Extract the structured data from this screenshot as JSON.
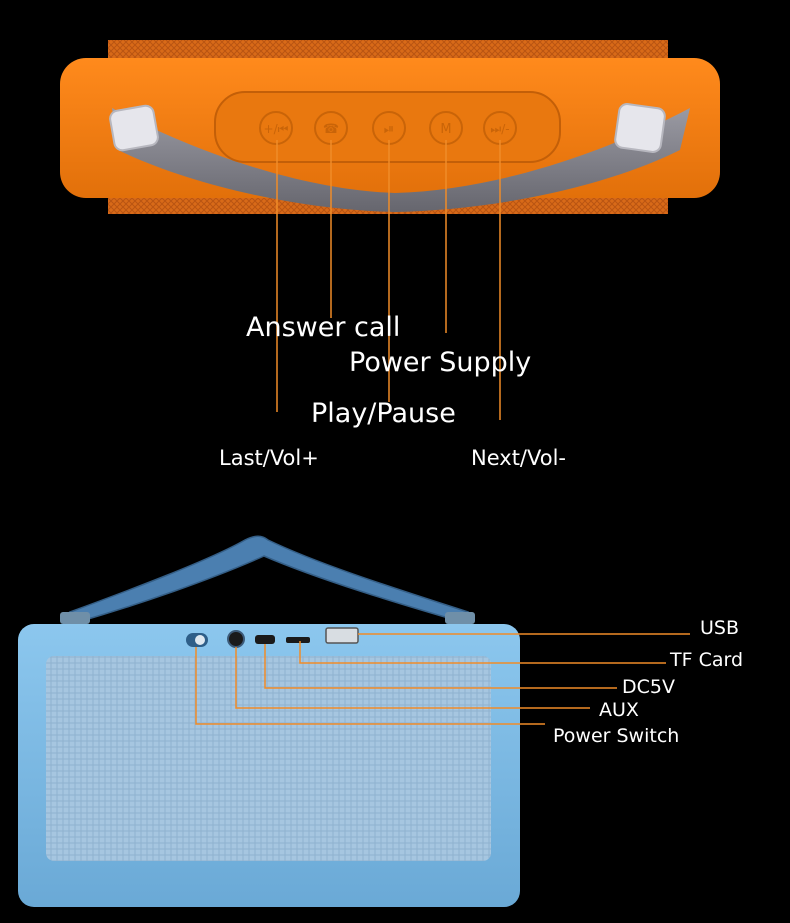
{
  "top_panel": {
    "button_icons": [
      "vol-up-prev-icon",
      "phone-icon",
      "play-pause-icon",
      "mode-icon",
      "vol-down-next-icon"
    ],
    "button_glyphs": [
      "+/⏮",
      "☎",
      "⏯",
      "M",
      "⏭/-"
    ],
    "labels": {
      "answer_call": "Answer call",
      "power_supply": "Power Supply",
      "play_pause": "Play/Pause",
      "last_vol": "Last/Vol+",
      "next_vol": "Next/Vol-"
    }
  },
  "bottom_panel": {
    "labels": {
      "usb": "USB",
      "tf_card": "TF Card",
      "dc5v": "DC5V",
      "aux": "AUX",
      "power_switch": "Power Switch"
    }
  },
  "colors": {
    "orange_body": "#f07d10",
    "orange_fabric": "#d86a18",
    "strap_gray": "#7d7d86",
    "callout_orange": "#f08c28",
    "blue_body": "#7fbde6",
    "blue_fabric": "#a6c6e0",
    "blue_strap": "#4b7fb0"
  }
}
